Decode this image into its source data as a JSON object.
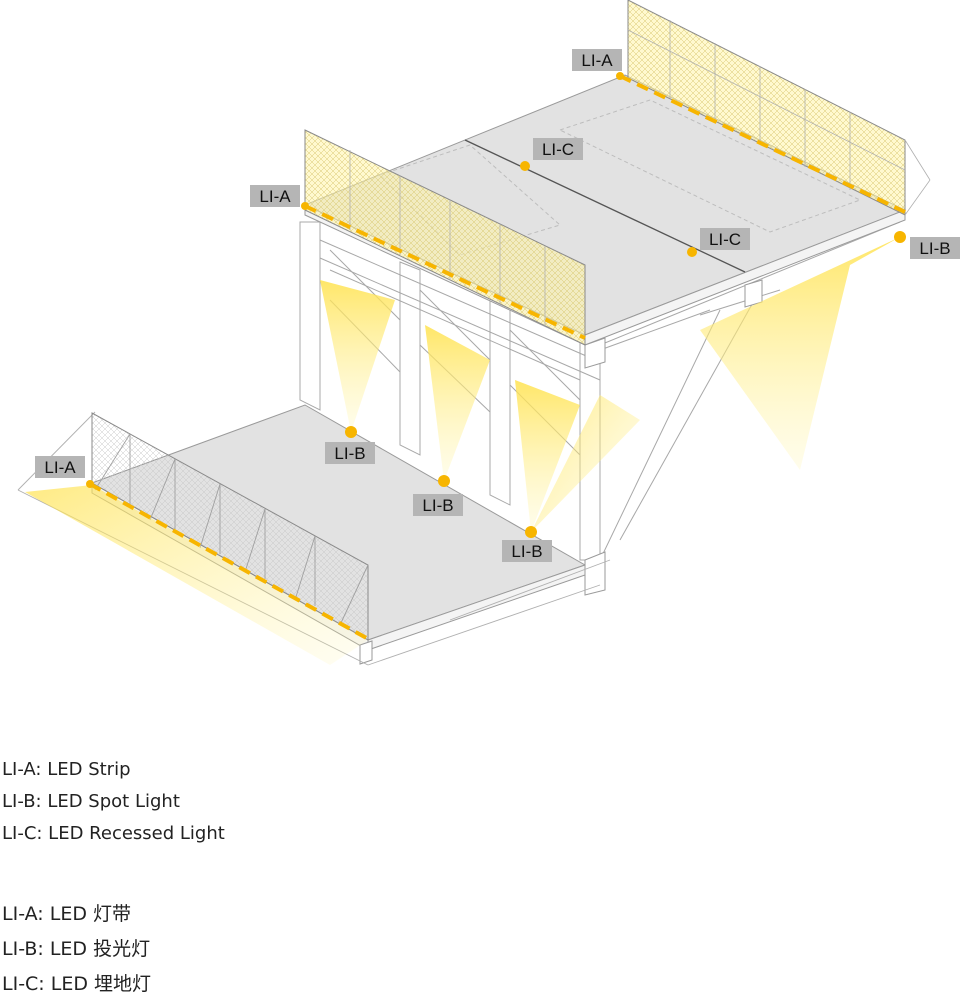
{
  "colors": {
    "strip": "#f7b500",
    "spot": "#f7b500",
    "glow": "#fff3a0",
    "deck": "#e2e2e2",
    "line": "#9a9a9a",
    "tag_bg": "#b5b5b5"
  },
  "callouts": {
    "a1": "LI-A",
    "a2": "LI-A",
    "a3": "LI-A",
    "b1": "LI-B",
    "b2": "LI-B",
    "b3": "LI-B",
    "b4": "LI-B",
    "c1": "LI-C",
    "c2": "LI-C"
  },
  "legend_en": [
    "LI-A: LED Strip",
    "LI-B: LED Spot Light",
    "LI-C: LED Recessed Light"
  ],
  "legend_zh": [
    "LI-A: LED 灯带",
    "LI-B: LED 投光灯",
    "LI-C: LED 埋地灯"
  ]
}
